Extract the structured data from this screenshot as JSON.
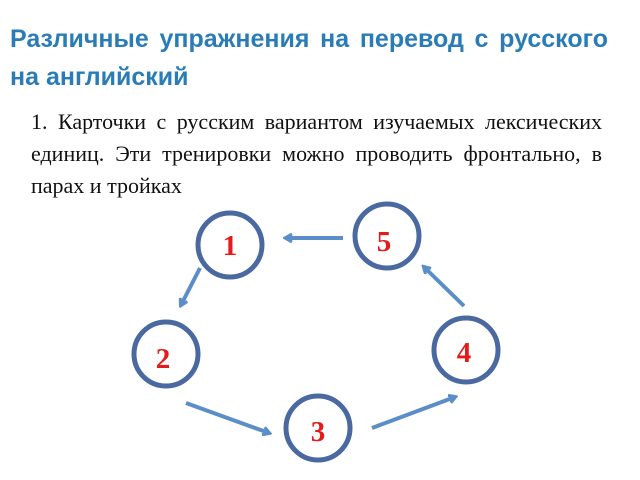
{
  "slide": {
    "title": "Различные упражнения на перевод с русского на английский",
    "body": "1. Карточки с русским вариантом изучаемых лексических единиц. Эти тренировки можно проводить фронтально, в парах и тройках"
  },
  "cycle": {
    "nodes": [
      {
        "label": "1"
      },
      {
        "label": "2"
      },
      {
        "label": "3"
      },
      {
        "label": "4"
      },
      {
        "label": "5"
      }
    ],
    "colors": {
      "node_border": "#4a69a0",
      "node_fill": "#ffffff",
      "arrow": "#5b8ec8",
      "label": "#e51a1a"
    }
  }
}
